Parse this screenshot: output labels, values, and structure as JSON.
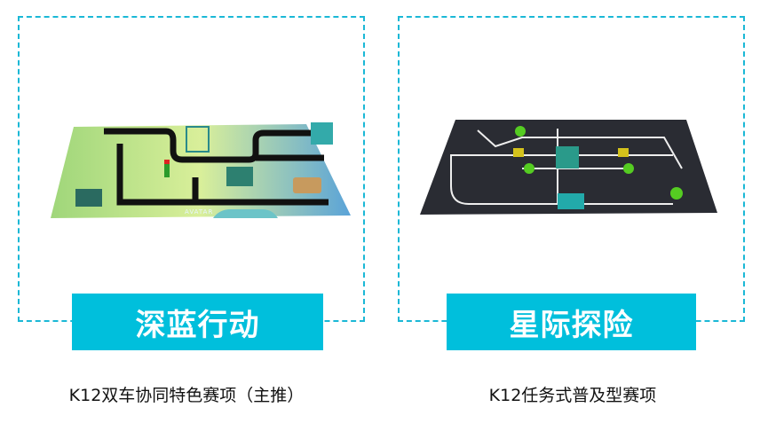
{
  "cards": [
    {
      "title": "深蓝行动",
      "caption": "K12双车协同特色赛项（主推）",
      "image": "deep-blue-mission-field-mat",
      "mat_text": "AVATAR"
    },
    {
      "title": "星际探险",
      "caption": "K12任务式普及型赛项",
      "image": "interstellar-exploration-field-mat"
    }
  ],
  "colors": {
    "accent": "#00bfdc",
    "dash": "#1bb8d6"
  }
}
